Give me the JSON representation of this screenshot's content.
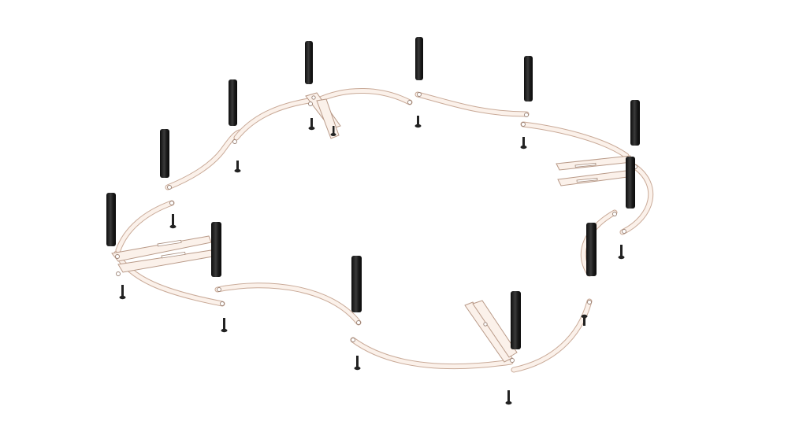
{
  "scene": {
    "description_visible_text": "",
    "colors": {
      "background": "#ffffff",
      "strip_face": "#fbf1ea",
      "strip_edge": "#c9aa98",
      "standoff": "#1e1e1e",
      "standoff_highlight": "#555555",
      "screw": "#222222"
    },
    "parts": {
      "frame_segments": 12,
      "standoffs": 12,
      "screws": 12,
      "corner_brackets": 4
    }
  }
}
